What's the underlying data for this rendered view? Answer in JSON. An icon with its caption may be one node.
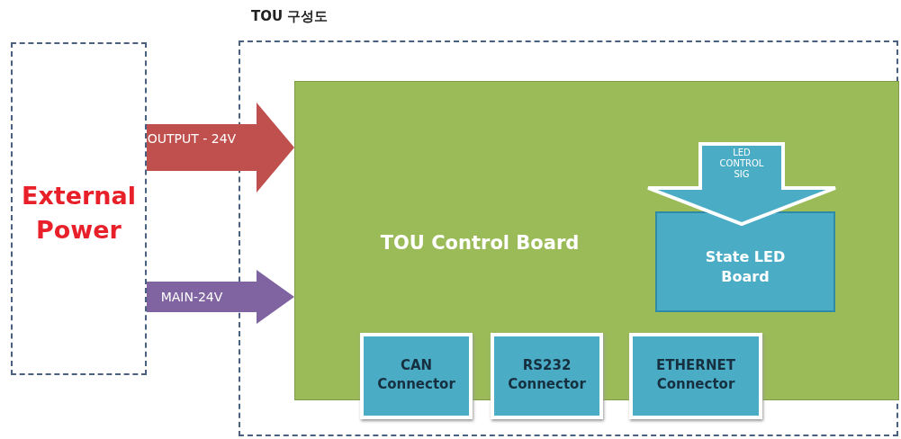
{
  "diagram": {
    "nodes": [
      {
        "text": [
          "External Power"
        ]
      },
      {
        "text": [
          "TOU 구성도"
        ]
      },
      {
        "text": [
          "TOU Control Board"
        ],
        "in": 1
      },
      {
        "text": [
          "State LED Board"
        ],
        "in": 2
      },
      {
        "text": [
          "CAN Connector"
        ],
        "in": 1
      },
      {
        "text": [
          "RS232 Connector"
        ],
        "in": 1
      },
      {
        "text": [
          "ETHERNET Connector"
        ],
        "in": 1
      }
    ],
    "edges": [
      {
        "from": 0,
        "to": 2,
        "arrow": "to",
        "label": "OUTPUT - 24V",
        "color": "#c0504d"
      },
      {
        "from": 0,
        "to": 2,
        "arrow": "to",
        "label": "MAIN-24V",
        "color": "#8064a2"
      },
      {
        "from": null,
        "to": 3,
        "arrow": "to",
        "label": "LED CONTROL SIG",
        "color": "#4bacc6"
      }
    ]
  }
}
